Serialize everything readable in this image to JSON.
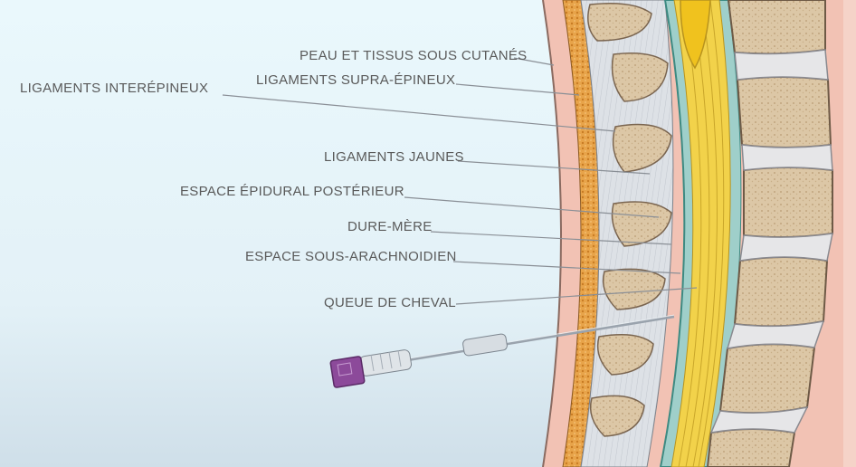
{
  "labels": {
    "skin": "PEAU ET TISSUS SOUS CUTANÉS",
    "supraspinous": "LIGAMENTS SUPRA-ÉPINEUX",
    "interspinous": "LIGAMENTS INTERÉPINEUX",
    "flavum": "LIGAMENTS JAUNES",
    "epidural": "ESPACE ÉPIDURAL POSTÉRIEUR",
    "dura": "DURE-MÈRE",
    "subarachnoid": "ESPACE SOUS-ARACHNOIDIEN",
    "cauda": "QUEUE DE CHEVAL"
  },
  "colors": {
    "background_top": "#e9f7fb",
    "background_bottom": "#d2e4ee",
    "skin": "#f2c2b4",
    "fat": "#e6a044",
    "ligament": "#d9dde3",
    "bone": "#d8c3a3",
    "disc": "#e4e4e6",
    "cord_yellow": "#f2d24a",
    "dura_teal": "#4ea39a",
    "needle_hub": "#8c4a9a",
    "leader": "#8a8f96",
    "text": "#5a5a5a"
  }
}
